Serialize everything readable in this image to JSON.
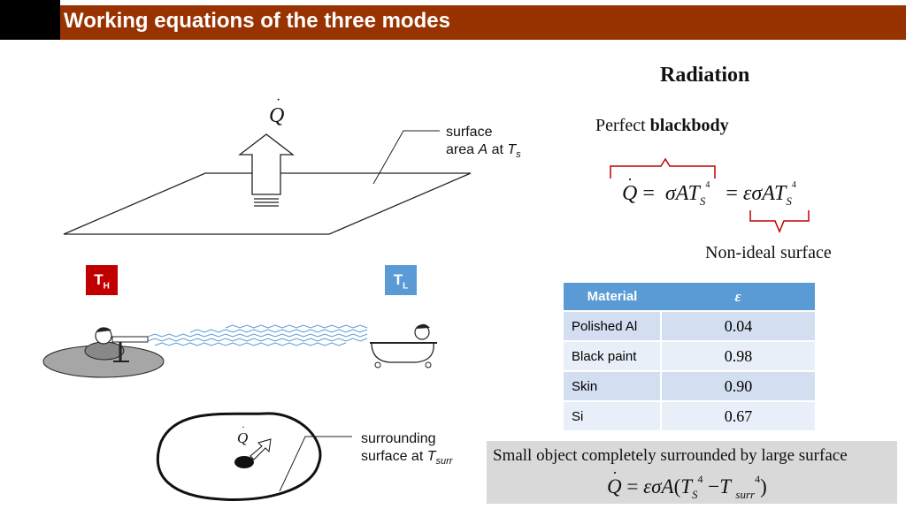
{
  "slide": {
    "title": "Working equations of the three modes"
  },
  "radiation": {
    "heading": "Radiation",
    "blackbody_prefix": "Perfect ",
    "blackbody_bold": "blackbody",
    "non_ideal_label": "Non-ideal surface"
  },
  "diagram": {
    "q_dot": "Q",
    "surface_note_line1": "surface",
    "surface_note_line2_pre": "area ",
    "surface_note_A": "A",
    "surface_note_at": " at ",
    "surface_note_T": "T",
    "surface_note_sub": "s",
    "th_letter": "T",
    "th_sub": "H",
    "tl_letter": "T",
    "tl_sub": "L",
    "surr_note_line1": "surrounding",
    "surr_note_line2_pre": "surface at ",
    "surr_note_T": "T",
    "surr_note_sub": "surr"
  },
  "table": {
    "header_material": "Material",
    "header_eps": "ε",
    "rows": [
      {
        "material": "Polished Al",
        "eps": "0.04"
      },
      {
        "material": "Black paint",
        "eps": "0.98"
      },
      {
        "material": "Skin",
        "eps": "0.90"
      },
      {
        "material": "Si",
        "eps": "0.67"
      }
    ]
  },
  "small_object": {
    "caption": "Small object completely surrounded by large surface"
  },
  "colors": {
    "title_bar": "#983301",
    "hot": "#c00000",
    "cold": "#5b9bd5",
    "bracket": "#c00000"
  }
}
